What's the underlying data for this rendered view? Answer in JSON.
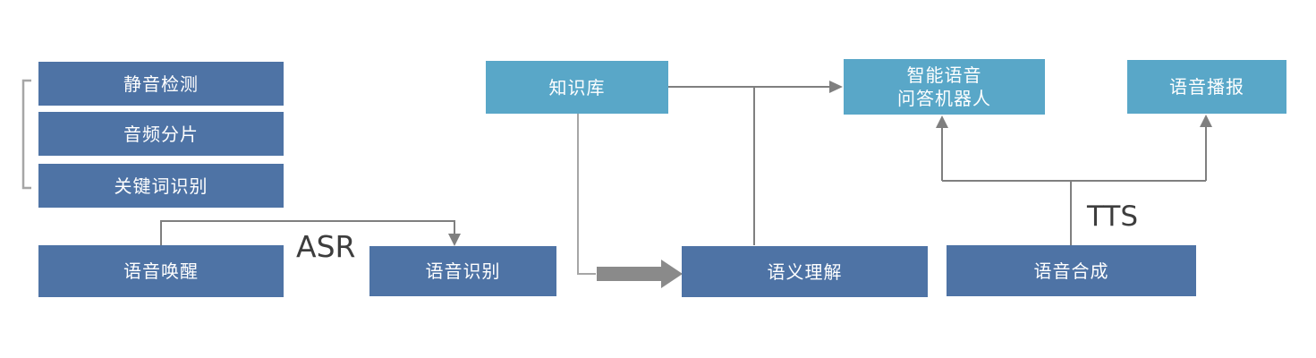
{
  "diagram": {
    "colors": {
      "primary_box": "#4e73a5",
      "secondary_box": "#59a7c8",
      "connector": "#7f7f7f",
      "light_connector": "#a6a6a6",
      "bracket": "#a6a6a6",
      "thick_arrow": "#8a8a8a",
      "box_text": "#ffffff",
      "edge_label_text": "#3d3d3d",
      "background": "#ffffff"
    },
    "groups": {
      "preprocessing": {
        "items": [
          {
            "label": "静音检测"
          },
          {
            "label": "音频分片"
          },
          {
            "label": "关键词识别"
          }
        ]
      }
    },
    "nodes": {
      "voice_wakeup": {
        "label": "语音唤醒"
      },
      "speech_recognition": {
        "label": "语音识别"
      },
      "knowledge_base": {
        "label": "知识库"
      },
      "semantic_understanding": {
        "label": "语义理解"
      },
      "qa_robot": {
        "label_line1": "智能语音",
        "label_line2": "问答机器人"
      },
      "voice_broadcast": {
        "label": "语音播报"
      },
      "speech_synthesis": {
        "label": "语音合成"
      }
    },
    "edge_labels": {
      "asr": "ASR",
      "tts": "TTS"
    }
  }
}
